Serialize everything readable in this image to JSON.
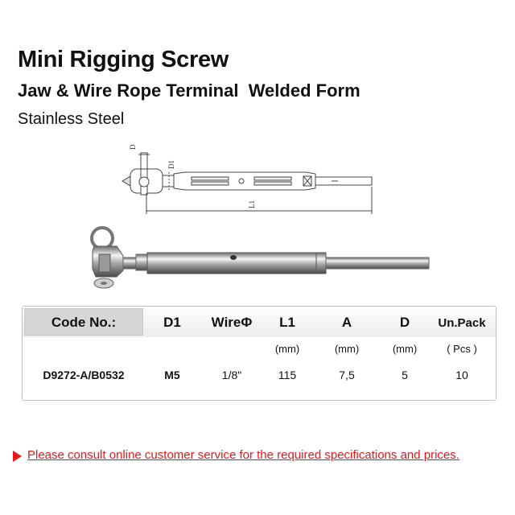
{
  "header": {
    "title": "Mini Rigging Screw",
    "subtitle": "Jaw & Wire Rope Terminal  Welded Form",
    "material": "Stainless Steel"
  },
  "drawing": {
    "label_d": "D",
    "label_d1": "D1",
    "label_l1": "L1"
  },
  "table": {
    "headers": {
      "code": "Code No.:",
      "d1": "D1",
      "wire": "WireΦ",
      "l1": "L1",
      "a": "A",
      "d": "D",
      "unpack": "Un.Pack"
    },
    "units": {
      "l1": "(mm)",
      "a": "(mm)",
      "d": "(mm)",
      "unpack": "( Pcs )"
    },
    "row": {
      "code": "D9272-A/B0532",
      "d1": "M5",
      "wire": "1/8\"",
      "l1": "115",
      "a": "7,5",
      "d": "5",
      "unpack": "10"
    }
  },
  "notice": {
    "text": "Please consult online customer service for the required specifications and prices.",
    "color": "#e8161b"
  }
}
